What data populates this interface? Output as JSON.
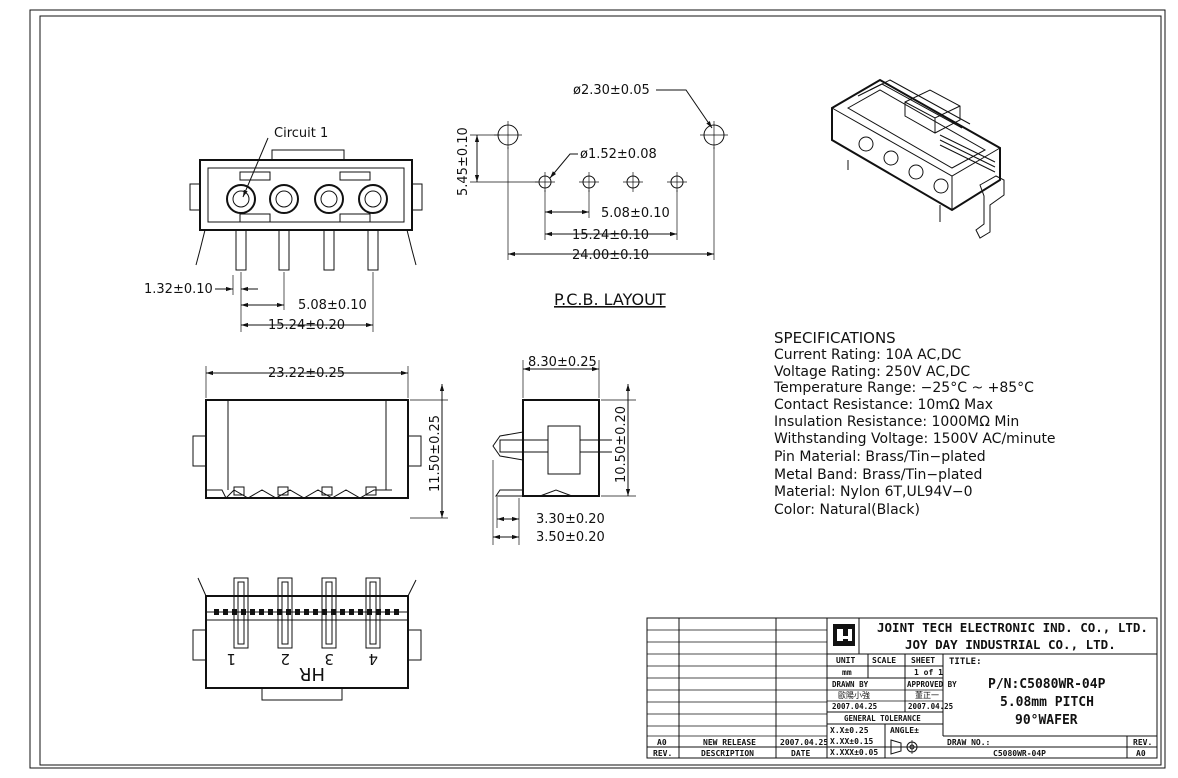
{
  "labels": {
    "circuit": "Circuit 1",
    "pcb_layout": "P.C.B. LAYOUT",
    "marking": "HR",
    "pin_numbers": [
      "1",
      "2",
      "3",
      "4"
    ]
  },
  "dimensions": {
    "front_pin_offset": "1.32±0.10",
    "front_pitch": "5.08±0.10",
    "front_span": "15.24±0.20",
    "pcb_mount_hole": "ø2.30±0.05",
    "pcb_pin_hole": "ø1.52±0.08",
    "pcb_row_offset": "5.45±0.10",
    "pcb_pitch": "5.08±0.10",
    "pcb_span": "15.24±0.10",
    "pcb_total": "24.00±0.10",
    "side_width": "23.22±0.25",
    "side_height": "11.50±0.25",
    "end_depth": "8.30±0.25",
    "end_height": "10.50±0.20",
    "end_offset_a": "3.30±0.20",
    "end_offset_b": "3.50±0.20"
  },
  "specs": {
    "heading": "SPECIFICATIONS",
    "lines": [
      "Current Rating: 10A AC,DC",
      "Voltage Rating: 250V AC,DC",
      "Temperature Range: −25°C ~ +85°C",
      "Contact Resistance: 10mΩ Max",
      "Insulation Resistance: 1000MΩ Min",
      "Withstanding Voltage: 1500V AC/minute",
      "Pin Material: Brass/Tin−plated",
      "Metal Band: Brass/Tin−plated",
      "Material: Nylon 6T,UL94V−0",
      "Color: Natural(Black)"
    ]
  },
  "title_block": {
    "company_1": "JOINT TECH ELECTRONIC IND. CO., LTD.",
    "company_2": "JOY DAY INDUSTRIAL CO., LTD.",
    "unit_label": "UNIT",
    "unit_value": "mm",
    "scale_label": "SCALE",
    "sheet_label": "SHEET",
    "sheet_value": "1 of 1",
    "title_label": "TITLE:",
    "title_lines": [
      "P/N:C5080WR-04P",
      "5.08mm PITCH",
      "90°WAFER"
    ],
    "drawn_by_label": "DRAWN BY",
    "drawn_by_name": "歐陽小強",
    "drawn_by_date": "2007.04.25",
    "approved_by_label": "APPROVED BY",
    "approved_by_name": "董正一",
    "approved_by_date": "2007.04.25",
    "tolerance_label": "GENERAL TOLERANCE",
    "tol_1": "X.X±0.25",
    "tol_2": "X.XX±0.15",
    "tol_3": "X.XXX±0.05",
    "angle_label": "ANGLE±",
    "draw_no_label": "DRAW NO.:",
    "draw_no_value": "C5080WR-04P",
    "rev_label": "REV.",
    "rev_value": "A0",
    "rev_row_rev": "A0",
    "rev_row_desc": "NEW RELEASE",
    "rev_row_date": "2007.04.25",
    "hdr_rev": "REV.",
    "hdr_desc": "DESCRIPTION",
    "hdr_date": "DATE"
  }
}
